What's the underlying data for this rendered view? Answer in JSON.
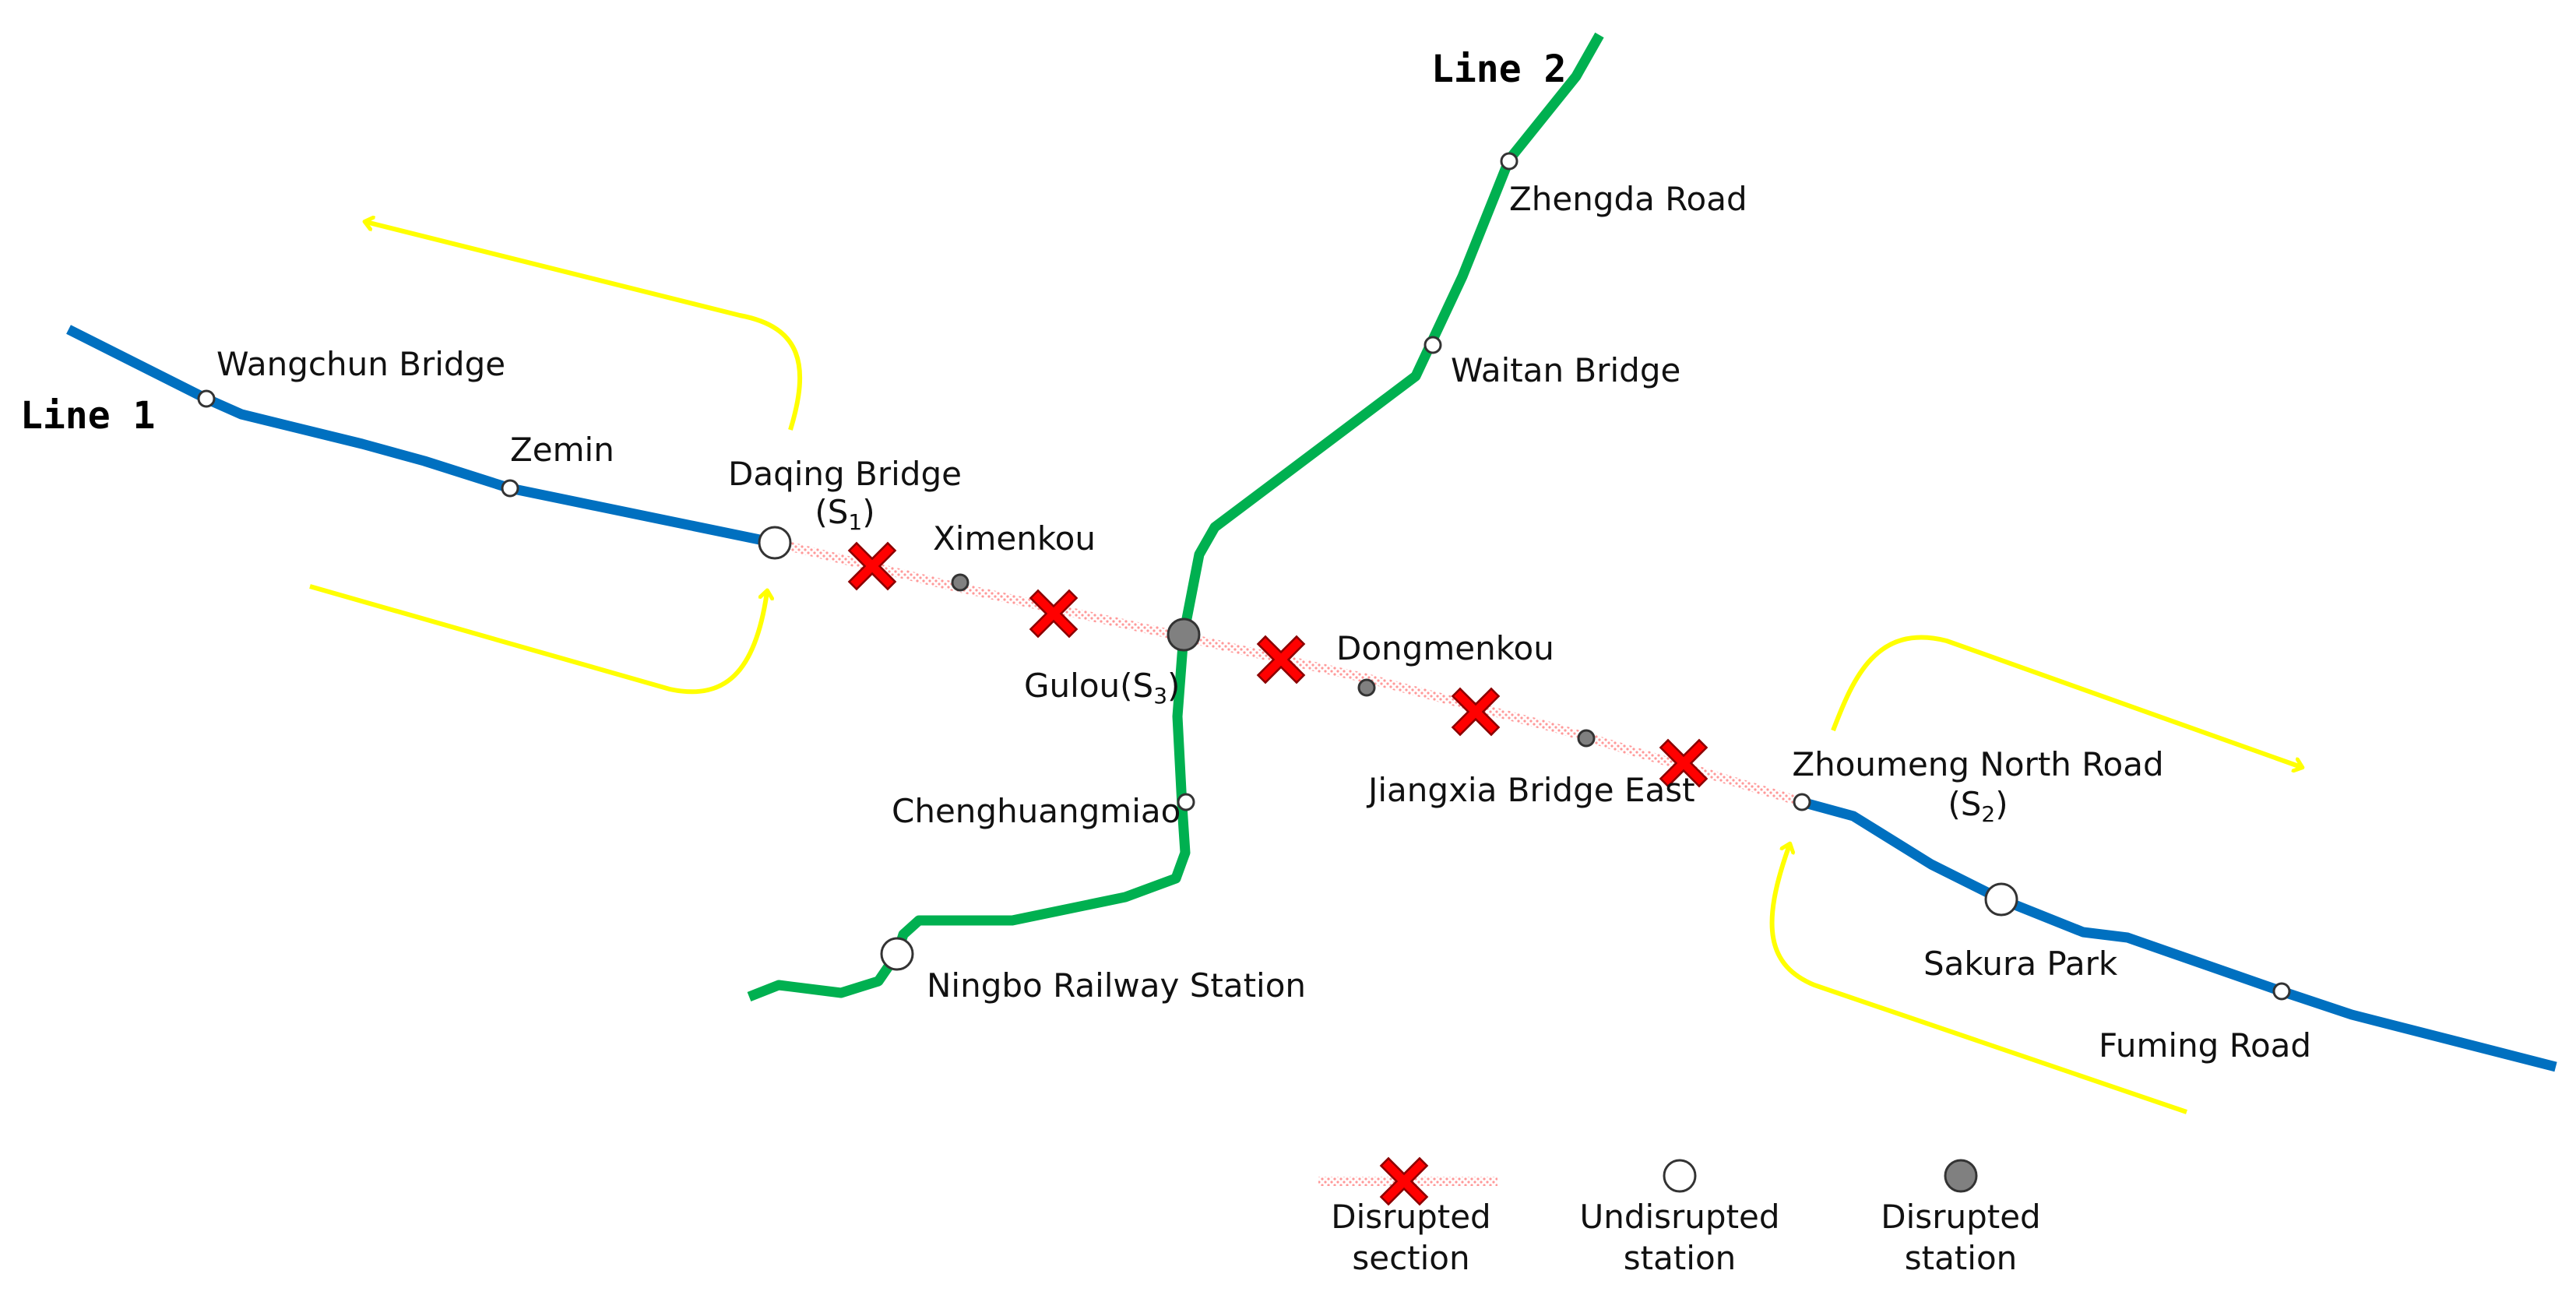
{
  "lines": {
    "line1": {
      "label": "Line 1",
      "color": "#0070C0"
    },
    "line2": {
      "label": "Line 2",
      "color": "#00B050"
    }
  },
  "colors": {
    "detour": "#FFFF00",
    "disrupted_section": "#FF0000",
    "disrupted_station": "#808080"
  },
  "stations": {
    "wangchun": {
      "name": "Wangchun Bridge"
    },
    "zemin": {
      "name": "Zemin"
    },
    "daqing": {
      "name": "Daqing Bridge",
      "tag": "(S",
      "sub": "1",
      "close": ")"
    },
    "ximenkou": {
      "name": "Ximenkou"
    },
    "gulou": {
      "name": "Gulou(S",
      "sub": "3",
      "close": ")"
    },
    "dongmenkou": {
      "name": "Dongmenkou"
    },
    "jiangxia": {
      "name": "Jiangxia Bridge East"
    },
    "zhoumeng": {
      "name": "Zhoumeng North Road",
      "tag": "(S",
      "sub": "2",
      "close": ")"
    },
    "sakura": {
      "name": "Sakura Park"
    },
    "fuming": {
      "name": "Fuming Road"
    },
    "zhengda": {
      "name": "Zhengda Road"
    },
    "waitan": {
      "name": "Waitan Bridge"
    },
    "chenghuangmiao": {
      "name": "Chenghuangmiao"
    },
    "ningbo": {
      "name": "Ningbo Railway Station"
    }
  },
  "legend": {
    "disrupted_section": {
      "line1": "Disrupted",
      "line2": "section"
    },
    "undisrupted_station": {
      "line1": "Undisrupted",
      "line2": "station"
    },
    "disrupted_station": {
      "line1": "Disrupted",
      "line2": "station"
    }
  }
}
